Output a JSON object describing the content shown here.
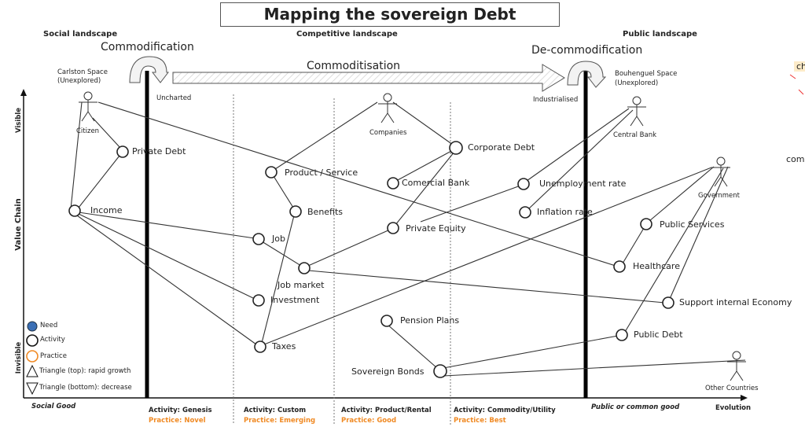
{
  "title": "Mapping the sovereign Debt",
  "landscapes": {
    "social": "Social landscape",
    "competitive": "Competitive landscape",
    "public": "Public landscape"
  },
  "transitions": {
    "commodification": "Commodification",
    "commoditisation": "Commoditisation",
    "decommodification": "De-commodification"
  },
  "spaces": {
    "carlston": "Carlston Space\n(Unexplored)",
    "carlston_1": "Carlston Space",
    "carlston_2": "(Unexplored)",
    "bouhenguel_1": "Bouhenguel Space",
    "bouhenguel_2": "(Unexplored)",
    "uncharted": "Uncharted",
    "industrialised": "Industrialised"
  },
  "axis": {
    "visible": "Visible",
    "value_chain": "Value Chain",
    "invisible": "Invisible",
    "social_good": "Social Good",
    "public_good": "Public or common good",
    "evolution": "Evolution"
  },
  "legend": [
    "Need",
    "Activity",
    "Practice",
    "Triangle (top): rapid growth",
    "Triangle (bottom): decrease"
  ],
  "stages": [
    {
      "activity": "Activity:  Genesis",
      "practice": "Practice:  Novel"
    },
    {
      "activity": "Activity:  Custom",
      "practice": "Practice:  Emerging"
    },
    {
      "activity": "Activity:  Product/Rental",
      "practice": "Practice:  Good"
    },
    {
      "activity": "Activity:  Commodity/Utility",
      "practice": "Practice:  Best"
    }
  ],
  "actors": {
    "citizen": "Citizen",
    "companies": "Companies",
    "central_bank": "Central Bank",
    "government": "Government",
    "other_countries": "Other Countries"
  },
  "components": {
    "private_debt": "Private Debt",
    "income": "Income",
    "product_service": "Product / Service",
    "benefits": "Benefits",
    "job": "Job",
    "job_market": "Job market",
    "investment": "Investment",
    "taxes": "Taxes",
    "corporate_debt": "Corporate Debt",
    "comercial_bank": "Comercial Bank",
    "private_equity": "Private Equity",
    "unemployment_rate": "Unemployment rate",
    "inflation_rate": "Inflation rate",
    "public_services": "Public Services",
    "healthcare": "Healthcare",
    "support_internal_economy": "Support internal Economy",
    "public_debt": "Public Debt",
    "pension_plans": "Pension Plans",
    "sovereign_bonds": "Sovereign Bonds"
  },
  "edge_text": {
    "a": "ch",
    "b": "com"
  },
  "colors": {
    "need": "#3b6fb5",
    "practice": "#f08a24",
    "highlight": "#fdebc8"
  }
}
